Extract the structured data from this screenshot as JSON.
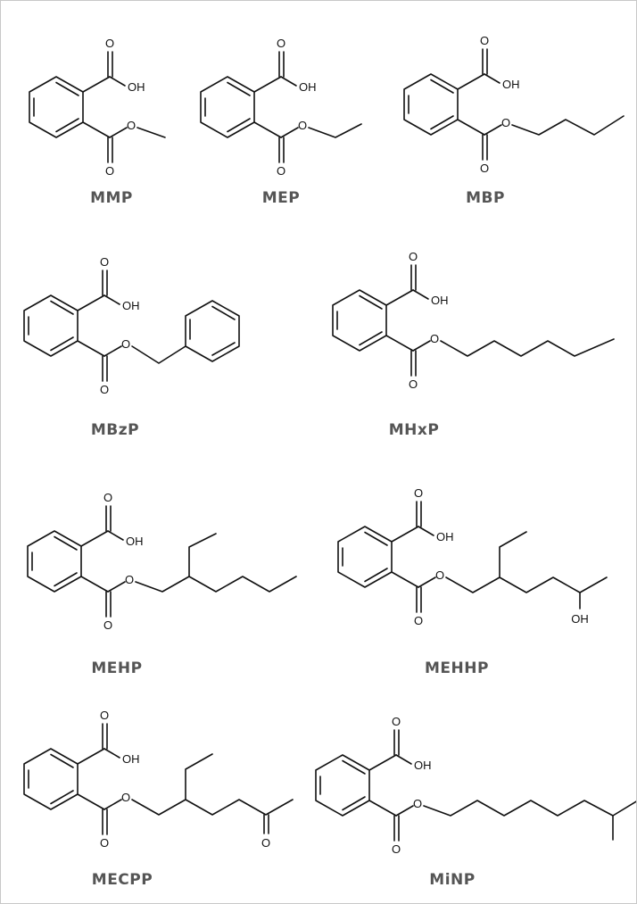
{
  "compounds": [
    {
      "id": "mmp",
      "name": "MMP",
      "acid_label": "OH",
      "ester_label": "O",
      "carbonyl_label": "O"
    },
    {
      "id": "mep",
      "name": "MEP",
      "acid_label": "OH",
      "ester_label": "O",
      "carbonyl_label": "O"
    },
    {
      "id": "mbp",
      "name": "MBP",
      "acid_label": "OH",
      "ester_label": "O",
      "carbonyl_label": "O"
    },
    {
      "id": "mbzp",
      "name": "MBzP",
      "acid_label": "OH",
      "ester_label": "O",
      "carbonyl_label": "O"
    },
    {
      "id": "mhxp",
      "name": "MHxP",
      "acid_label": "OH",
      "ester_label": "O",
      "carbonyl_label": "O"
    },
    {
      "id": "mehp",
      "name": "MEHP",
      "acid_label": "OH",
      "ester_label": "O",
      "carbonyl_label": "O"
    },
    {
      "id": "mehhp",
      "name": "MEHHP",
      "acid_label": "OH",
      "ester_label": "O",
      "carbonyl_label": "O",
      "extra_label": "OH"
    },
    {
      "id": "mecpp",
      "name": "MECPP",
      "acid_label": "OH",
      "ester_label": "O",
      "carbonyl_label": "O",
      "extra_label": "O"
    },
    {
      "id": "minp",
      "name": "MiNP",
      "acid_label": "OH",
      "ester_label": "O",
      "carbonyl_label": "O"
    }
  ]
}
